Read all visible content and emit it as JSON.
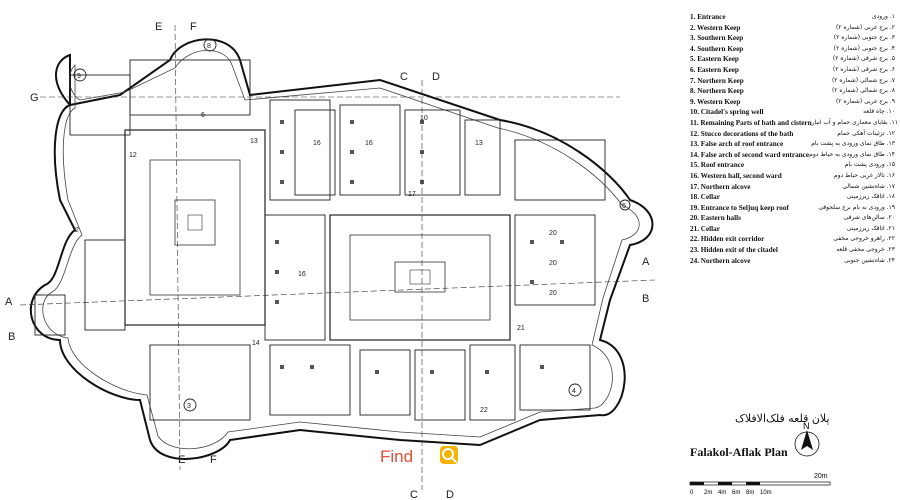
{
  "legend": [
    {
      "en": "1. Entrance",
      "fa": "۱. ورودی"
    },
    {
      "en": "2. Western Keep",
      "fa": "۲. برج غربی (شماره ۲)"
    },
    {
      "en": "3. Southern Keep",
      "fa": "۳. برج جنوبی (شماره ۲)"
    },
    {
      "en": "4. Southern Keep",
      "fa": "۴. برج جنوبی (شماره ۲)"
    },
    {
      "en": "5. Eastern Keep",
      "fa": "۵. برج شرقی (شماره ۲)"
    },
    {
      "en": "6. Eastern Keep",
      "fa": "۶. برج شرقی (شماره ۲)"
    },
    {
      "en": "7. Northern Keep",
      "fa": "۷. برج شمالی (شماره ۲)"
    },
    {
      "en": "8. Northern Keep",
      "fa": "۸. برج شمالی (شماره ۲)"
    },
    {
      "en": "9. Western Keep",
      "fa": "۹. برج غربی (شماره ۲)"
    },
    {
      "en": "10. Citadel's spring well",
      "fa": "۱۰. چاه قلعه"
    },
    {
      "en": "11. Remaining Parts of bath and cistern",
      "fa": "۱۱. بقایای معماری حمام و آب انبار"
    },
    {
      "en": "12. Stucco decorations of the bath",
      "fa": "۱۲. تزئینات آهکی حمام"
    },
    {
      "en": "13. False arch of roof entrance",
      "fa": "۱۳. طاق نمای ورودی به پشت بام"
    },
    {
      "en": "14. False arch of second ward entrance",
      "fa": "۱۴. طاق نمای ورودی به حیاط دوم"
    },
    {
      "en": "15. Roof entrance",
      "fa": "۱۵. ورودی پشت بام"
    },
    {
      "en": "16. Western hall, second ward",
      "fa": "۱۶. تالار غربی حیاط دوم"
    },
    {
      "en": "17. Northern alcove",
      "fa": "۱۷. شاه‌نشین شمالی"
    },
    {
      "en": "18. Cellar",
      "fa": "۱۸. اتاقک زیرزمینی"
    },
    {
      "en": "19. Entrance to Seljuq keep roof",
      "fa": "۱۹. ورودی به بام برج سلجوقی"
    },
    {
      "en": "20. Eastern halls",
      "fa": "۲۰. سالن‌های شرقی"
    },
    {
      "en": "21. Cellar",
      "fa": "۲۱. اتاقک زیرزمینی"
    },
    {
      "en": "22. Hidden exit corridor",
      "fa": "۲۲. راهرو خروجی مخفی"
    },
    {
      "en": "23. Hidden exit of the citadel",
      "fa": "۲۳. خروجی مخفی قلعه"
    },
    {
      "en": "24. Northern alcove",
      "fa": "۲۴. شاه‌نشین جنوبی"
    }
  ],
  "title_fa": "پلان قلعه فلک‌الافلاک",
  "title_en": "Falakol-Aflak Plan",
  "north_label": "N",
  "scale": {
    "ticks": [
      "0",
      "2m",
      "4m",
      "6m",
      "8m",
      "10m"
    ],
    "end": "20m"
  },
  "sections": {
    "a": "A",
    "b": "B",
    "c": "C",
    "d": "D",
    "e": "E",
    "f": "F",
    "g": "G"
  },
  "brand": "Find"
}
